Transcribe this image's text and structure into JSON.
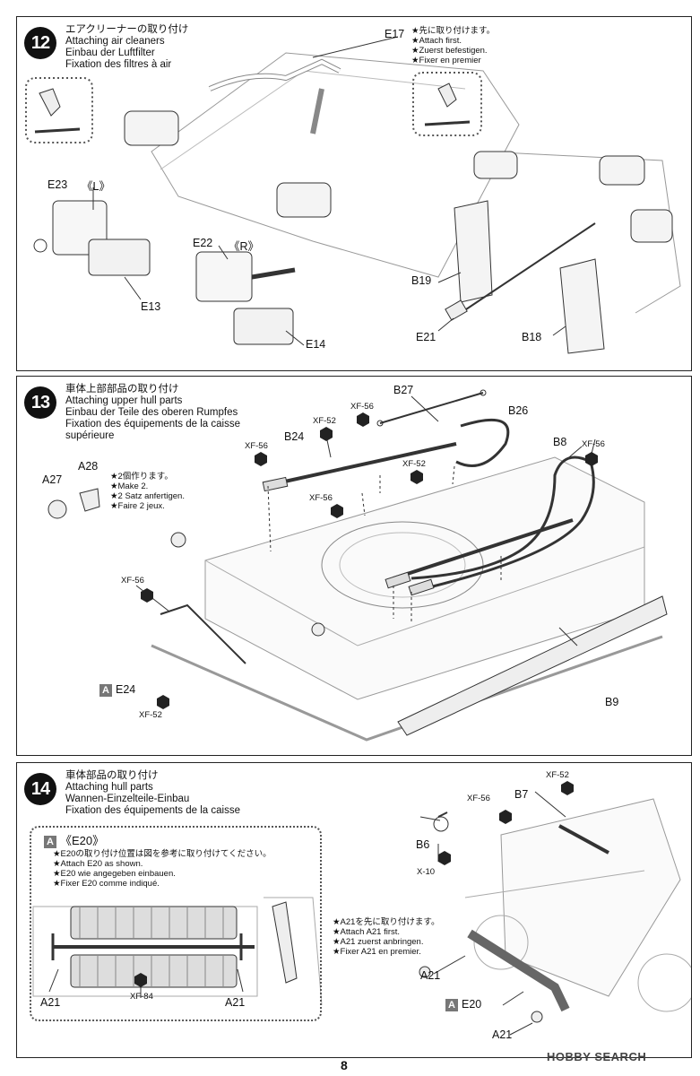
{
  "steps": {
    "s12": {
      "number": "12",
      "title_ja": "エアクリーナーの取り付け",
      "title_en": "Attaching air cleaners",
      "title_de": "Einbau der Luftfilter",
      "title_fr": "Fixation des filtres à air",
      "note": [
        "★先に取り付けます。",
        "★Attach first.",
        "★Zuerst befestigen.",
        "★Fixer en premier"
      ],
      "parts": {
        "e17": "E17",
        "e23": "E23",
        "l": "《L》",
        "e13": "E13",
        "e22": "E22",
        "r": "《R》",
        "e14": "E14",
        "b19": "B19",
        "e21": "E21",
        "b18": "B18"
      }
    },
    "s13": {
      "number": "13",
      "title_ja": "車体上部部品の取り付け",
      "title_en": "Attaching upper hull parts",
      "title_de": "Einbau der Teile des oberen Rumpfes",
      "title_fr": "Fixation des équipements de la caisse",
      "title_fr2": "supérieure",
      "note": [
        "★2個作ります。",
        "★Make 2.",
        "★2 Satz anfertigen.",
        "★Faire 2 jeux."
      ],
      "parts": {
        "b27": "B27",
        "b26": "B26",
        "b24": "B24",
        "b8": "B8",
        "a27": "A27",
        "a28": "A28",
        "e24": "E24",
        "b9": "B9",
        "a": "A"
      },
      "paints": {
        "xf52a": "XF-52",
        "xf56a": "XF-56",
        "xf56b": "XF-56",
        "xf52b": "XF-52",
        "xf56c": "XF-56",
        "xf56d": "XF-56",
        "xf56e": "XF-56",
        "xf52c": "XF-52"
      }
    },
    "s14": {
      "number": "14",
      "title_ja": "車体部品の取り付け",
      "title_en": "Attaching hull parts",
      "title_de": "Wannen-Einzelteile-Einbau",
      "title_fr": "Fixation des équipements de la caisse",
      "inset_title": "《E20》",
      "inset_key": "A",
      "inset_note": [
        "★E20の取り付け位置は図を参考に取り付けてください。",
        "★Attach E20 as shown.",
        "★E20 wie angegeben einbauen.",
        "★Fixer E20 comme indiqué."
      ],
      "note": [
        "★A21を先に取り付けます。",
        "★Attach A21 first.",
        "★A21 zuerst anbringen.",
        "★Fixer A21 en premier."
      ],
      "parts": {
        "a21a": "A21",
        "a21b": "A21",
        "xf84": "XF-84",
        "b7": "B7",
        "b6": "B6",
        "x10": "X-10",
        "a21c": "A21",
        "e20": "E20",
        "a21d": "A21",
        "a": "A"
      },
      "paints": {
        "xf52": "XF-52",
        "xf56": "XF-56"
      }
    }
  },
  "page_number": "8",
  "watermark": "HOBBY SEARCH"
}
